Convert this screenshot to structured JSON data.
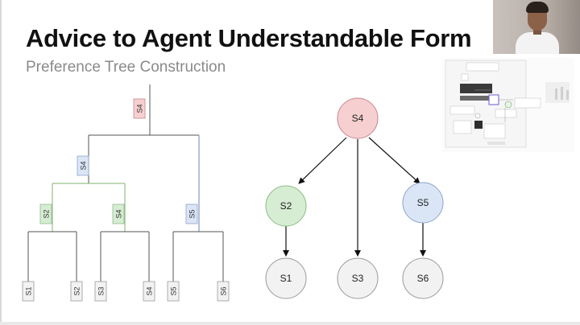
{
  "slide": {
    "title": "Advice to Agent Understandable Form",
    "subtitle": "Preference Tree Construction"
  },
  "dendrogram": {
    "root": "S4",
    "level1": "S4",
    "level2": [
      "S2",
      "S4",
      "S5"
    ],
    "leaves": [
      "S1",
      "S2",
      "S3",
      "S4",
      "S5",
      "S6"
    ]
  },
  "tree": {
    "root": "S4",
    "children": [
      "S2",
      "S3",
      "S5"
    ],
    "grandchildren": [
      "S1",
      "S6"
    ]
  },
  "colors": {
    "red_fill": "#f6cfd1",
    "red_stroke": "#c9868b",
    "green_fill": "#d6ecd3",
    "green_stroke": "#8fbd88",
    "blue_fill": "#dae6f6",
    "blue_stroke": "#8ca4c9",
    "gray_fill": "#f2f2f2",
    "gray_stroke": "#9a9a9a"
  }
}
